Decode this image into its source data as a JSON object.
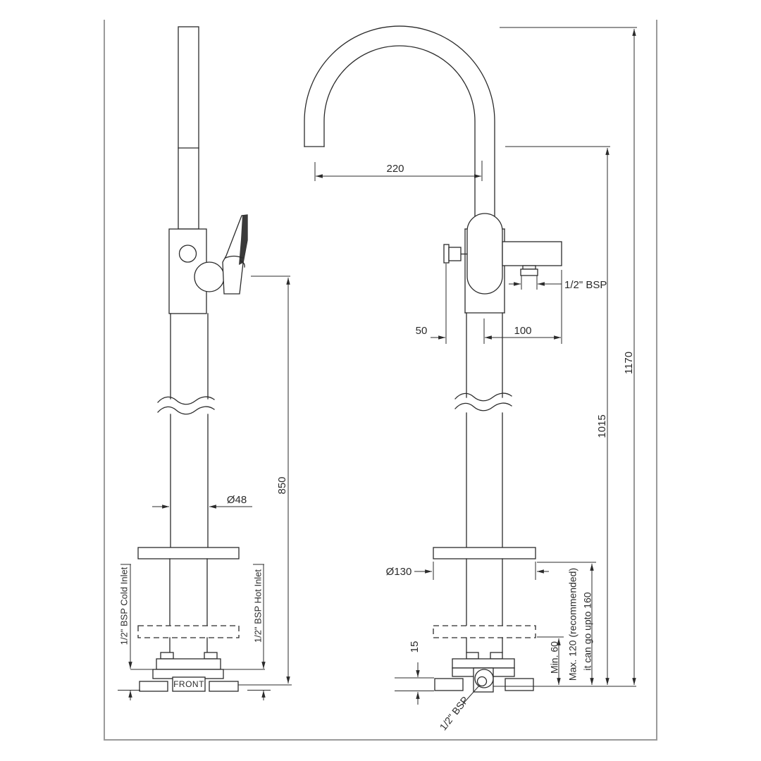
{
  "drawing": {
    "labels": {
      "spout_reach": "220",
      "spout_height": "1015",
      "overall_height": "1170",
      "handle_height": "850",
      "pipe_dia": "Ø48",
      "flange_dia": "Ø130",
      "offset_50": "50",
      "offset_100": "100",
      "outlet_bsp": "1/2\" BSP",
      "base_bsp": "1/2\" BSP",
      "base_plate": "15",
      "min_60": "Min. 60",
      "max_120": "Max. 120 (recommended)",
      "max_120b": "it can go upto 160",
      "cold_inlet": "1/2\" BSP Cold Inlet",
      "hot_inlet": "1/2\" BSP Hot Inlet",
      "front": "FRONT"
    },
    "colors": {
      "line": "#2b2b2b",
      "frame": "#9a9a9a",
      "background": "#ffffff"
    }
  }
}
